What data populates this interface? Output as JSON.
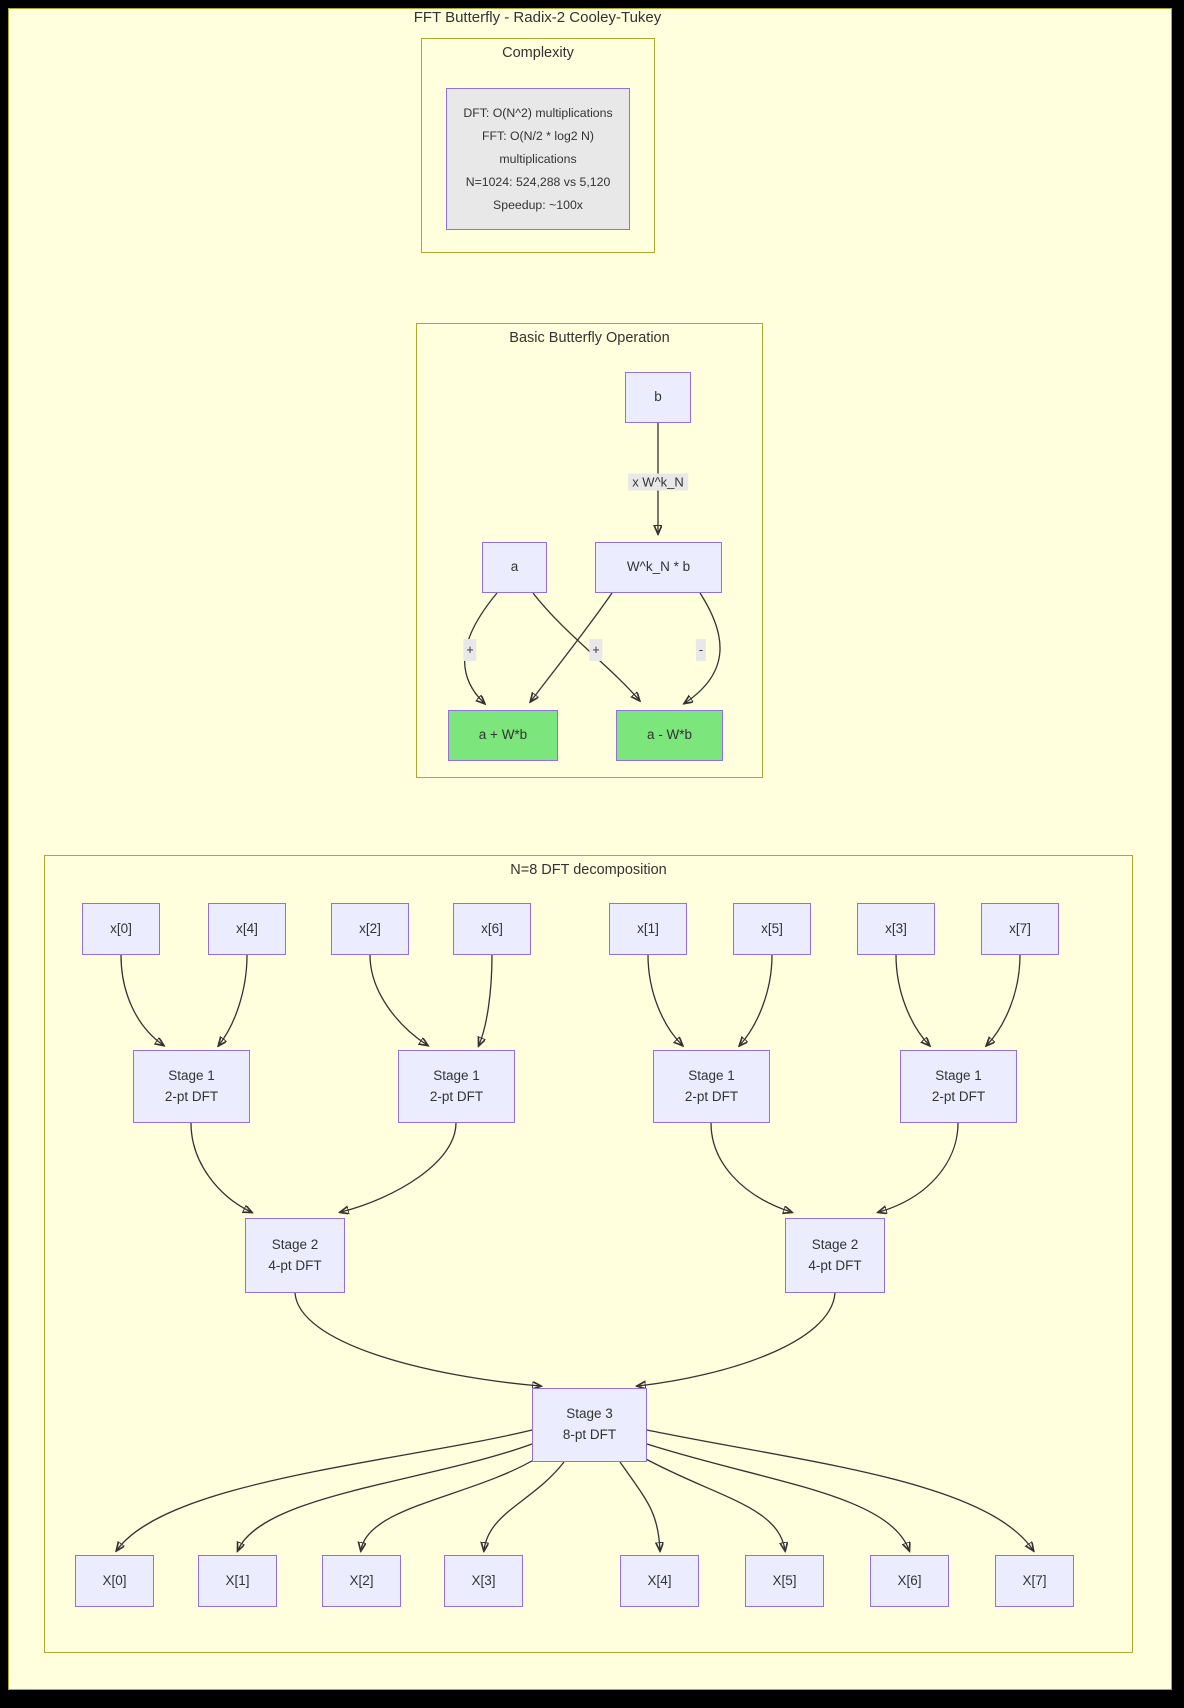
{
  "diagram_title": "FFT Butterfly - Radix-2 Cooley-Tukey",
  "complexity": {
    "title": "Complexity",
    "stats_lines": [
      "DFT: O(N^2) multiplications",
      "FFT: O(N/2 * log2 N)",
      "multiplications",
      "N=1024: 524,288 vs 5,120",
      "Speedup: ~100x"
    ]
  },
  "butterfly": {
    "title": "Basic Butterfly Operation",
    "node_b": "b",
    "node_a": "a",
    "node_wb": "W^k_N * b",
    "node_sum": "a + W*b",
    "node_diff": "a - W*b",
    "label_twiddle": "x W^k_N",
    "label_plus_left": "+",
    "label_plus_mid": "+",
    "label_minus": "-"
  },
  "decomposition": {
    "title": "N=8 DFT decomposition",
    "inputs": [
      "x[0]",
      "x[4]",
      "x[2]",
      "x[6]",
      "x[1]",
      "x[5]",
      "x[3]",
      "x[7]"
    ],
    "stage1_line1": "Stage 1",
    "stage1_line2": "2-pt DFT",
    "stage2_line1": "Stage 2",
    "stage2_line2": "4-pt DFT",
    "stage3_line1": "Stage 3",
    "stage3_line2": "8-pt DFT",
    "outputs": [
      "X[0]",
      "X[1]",
      "X[2]",
      "X[3]",
      "X[4]",
      "X[5]",
      "X[6]",
      "X[7]"
    ]
  },
  "colors": {
    "page_background": "#ffffde",
    "outer_frame": "#000000",
    "cluster_border": "#aaaa33",
    "node_fill": "#ECECFF",
    "node_border": "#9370DB",
    "result_green_fill": "#7CE57C",
    "stats_gray_fill": "#e8e8e8",
    "edge_stroke": "#333333",
    "text": "#333333"
  }
}
